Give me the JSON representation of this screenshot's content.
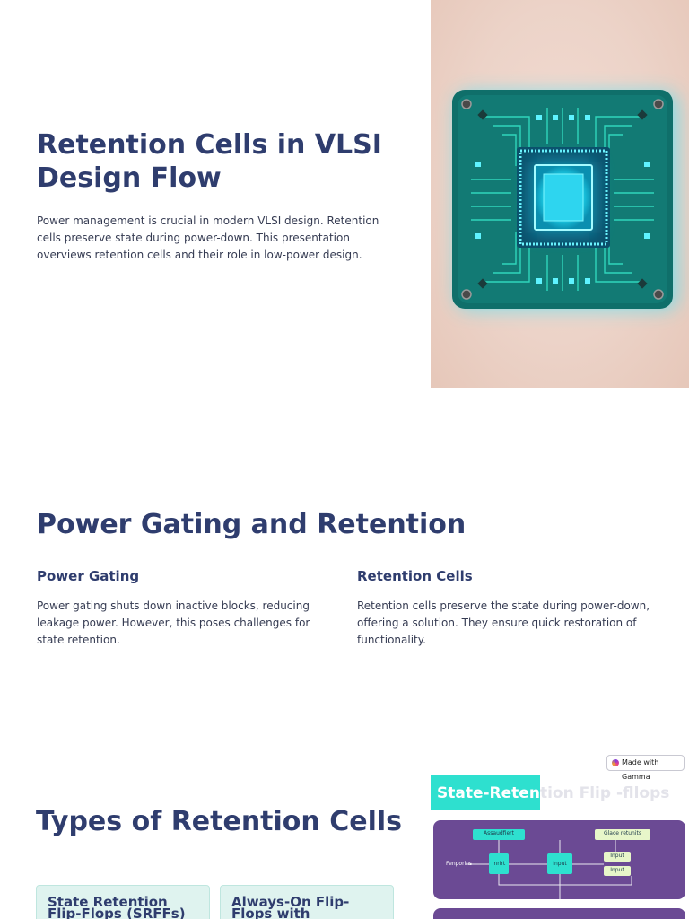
{
  "slide1": {
    "title": "Retention Cells in VLSI Design Flow",
    "description": "Power management is crucial in modern VLSI design. Retention cells preserve state during power-down. This presentation overviews retention cells and their role in low-power design.",
    "image_icon": "glowing-circuit-chip-image"
  },
  "slide2": {
    "title": "Power Gating and Retention",
    "columns": [
      {
        "heading": "Power Gating",
        "text": "Power gating shuts down inactive blocks, reducing leakage power. However, this poses challenges for state retention."
      },
      {
        "heading": "Retention Cells",
        "text": "Retention cells preserve the state during power-down, offering a solution. They ensure quick restoration of functionality."
      }
    ]
  },
  "slide3": {
    "title": "Types of Retention Cells",
    "cards": [
      {
        "label": "State Retention Flip-Flops (SRFFs)"
      },
      {
        "label": "Always-On Flip-Flops with Retention Logic"
      }
    ],
    "figure": {
      "badge": "Made with Gamma",
      "heading_bright": "State-Reten",
      "heading_faded": "tion Flip -fllops",
      "diagram": {
        "left_label": "Fenporins",
        "box_top": "Assaudfiert",
        "box_top_right": "Glace retunits",
        "box_a": "Inrirt",
        "box_b": "Input",
        "box_c": "Input",
        "box_d": "Input"
      }
    }
  },
  "colors": {
    "heading": "#2f3d6e",
    "body_text": "#353b52",
    "card_bg": "#dff3ef",
    "accent_teal": "#2ee0cf",
    "diagram_purple": "#6b4a94"
  }
}
